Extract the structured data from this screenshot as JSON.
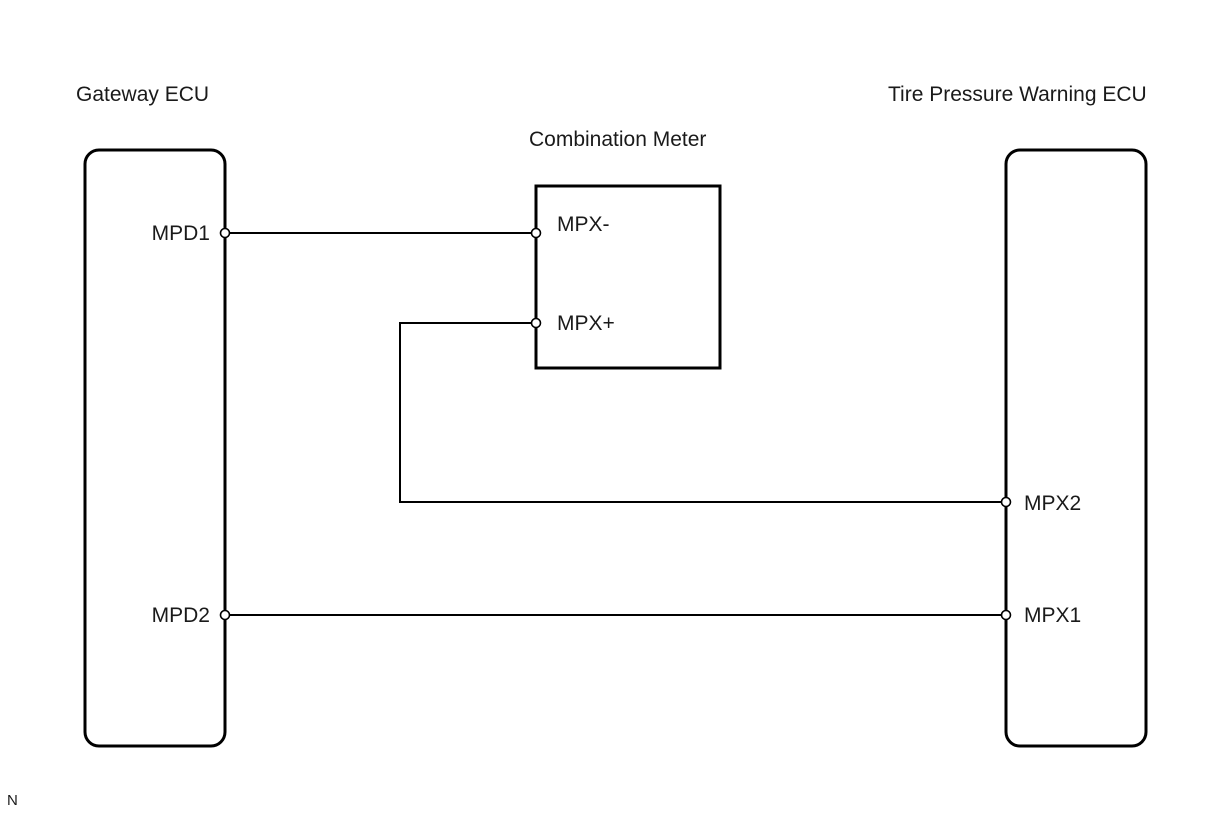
{
  "components": {
    "gateway_ecu": {
      "title": "Gateway ECU"
    },
    "combination_meter": {
      "title": "Combination Meter"
    },
    "tire_pressure_ecu": {
      "title": "Tire Pressure Warning ECU"
    }
  },
  "pins": {
    "mpd1": "MPD1",
    "mpd2": "MPD2",
    "mpx_minus": "MPX-",
    "mpx_plus": "MPX+",
    "mpx2": "MPX2",
    "mpx1": "MPX1"
  },
  "connections": [
    {
      "from": "MPD1",
      "to": "MPX-"
    },
    {
      "from": "MPX+",
      "to": "MPX2"
    },
    {
      "from": "MPD2",
      "to": "MPX1"
    }
  ],
  "corner_mark": "N"
}
